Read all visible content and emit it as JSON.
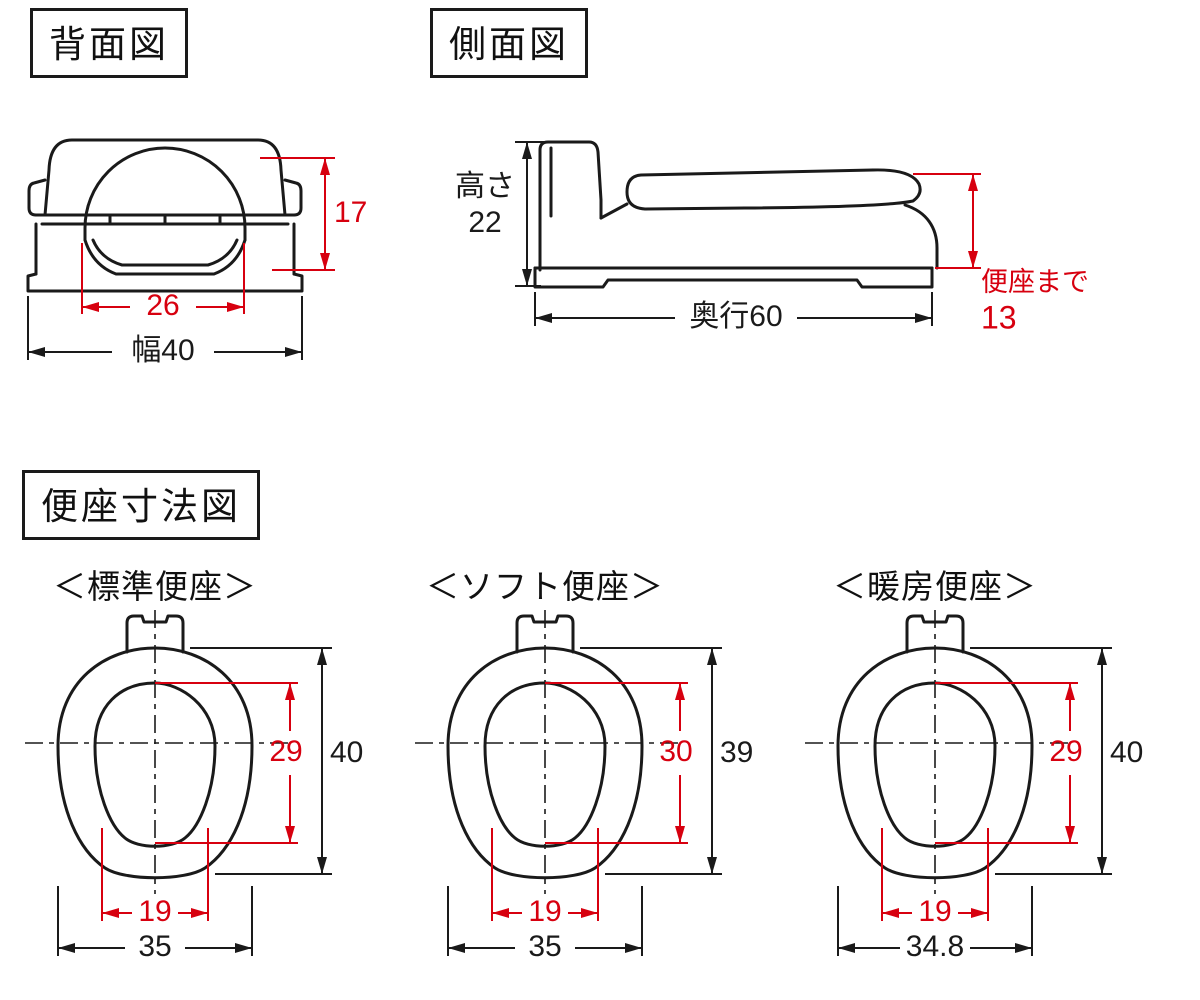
{
  "colors": {
    "ink": "#1a1a1a",
    "red": "#d7000f",
    "background": "#ffffff"
  },
  "figures": {
    "rear": {
      "title": "背面図",
      "dims": {
        "inner_height": "17",
        "inner_width": "26",
        "width": "幅40"
      }
    },
    "side": {
      "title": "側面図",
      "dims": {
        "height_label": "高さ",
        "height": "22",
        "depth": "奥行60",
        "to_seat_label": "便座まで",
        "to_seat": "13"
      }
    },
    "seats": {
      "title": "便座寸法図",
      "variants": [
        {
          "label": "＜標準便座＞",
          "inner_height": "29",
          "outer_height": "40",
          "inner_width": "19",
          "outer_width": "35"
        },
        {
          "label": "＜ソフト便座＞",
          "inner_height": "30",
          "outer_height": "39",
          "inner_width": "19",
          "outer_width": "35"
        },
        {
          "label": "＜暖房便座＞",
          "inner_height": "29",
          "outer_height": "40",
          "inner_width": "19",
          "outer_width": "34.8"
        }
      ]
    }
  }
}
